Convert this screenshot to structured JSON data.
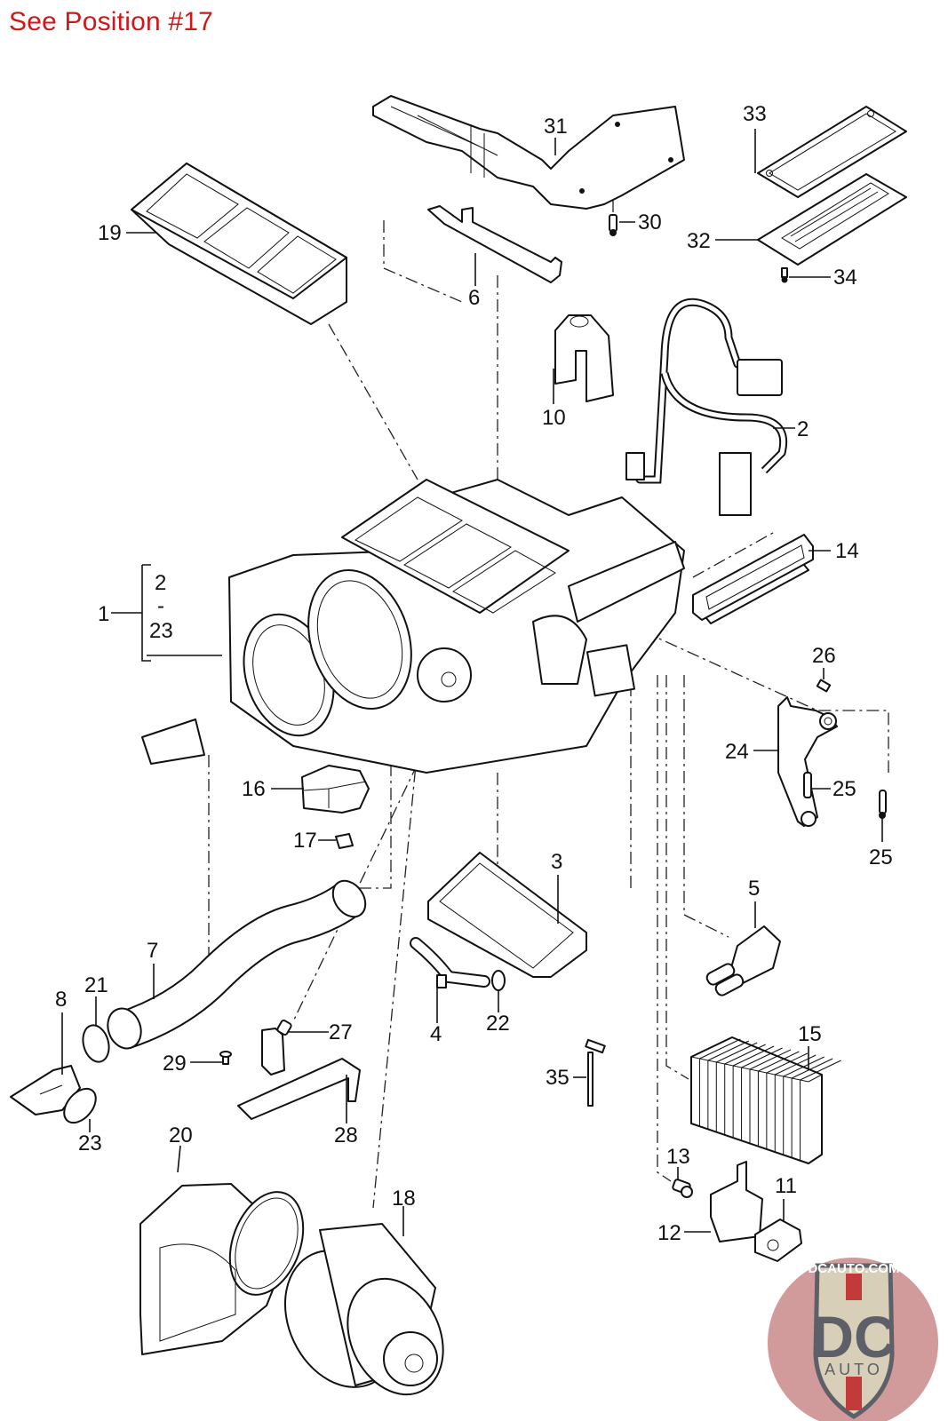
{
  "header_note": "See Position #17",
  "diagram": {
    "title": "Heater / A-C housing exploded view",
    "group_callout": {
      "number": "1",
      "range_from": "2",
      "range_sep": "-",
      "range_to": "23"
    },
    "callouts": [
      {
        "id": "p2",
        "number": "2",
        "part": "wiring-harness"
      },
      {
        "id": "p3",
        "number": "3",
        "part": "housing-cover"
      },
      {
        "id": "p4",
        "number": "4",
        "part": "drain-hose"
      },
      {
        "id": "p5",
        "number": "5",
        "part": "water-valve"
      },
      {
        "id": "p6",
        "number": "6",
        "part": "support-bracket"
      },
      {
        "id": "p7",
        "number": "7",
        "part": "air-duct-hose"
      },
      {
        "id": "p8",
        "number": "8",
        "part": "nozzle"
      },
      {
        "id": "p10",
        "number": "10",
        "part": "holder-clip"
      },
      {
        "id": "p11",
        "number": "11",
        "part": "servo-motor"
      },
      {
        "id": "p12",
        "number": "12",
        "part": "bracket"
      },
      {
        "id": "p13",
        "number": "13",
        "part": "screw"
      },
      {
        "id": "p14",
        "number": "14",
        "part": "gasket-frame"
      },
      {
        "id": "p15",
        "number": "15",
        "part": "evaporator-core"
      },
      {
        "id": "p16",
        "number": "16",
        "part": "resistor-module"
      },
      {
        "id": "p17",
        "number": "17",
        "part": "seal-pad"
      },
      {
        "id": "p18",
        "number": "18",
        "part": "blower-motor"
      },
      {
        "id": "p19",
        "number": "19",
        "part": "dust-filter"
      },
      {
        "id": "p20",
        "number": "20",
        "part": "blower-housing"
      },
      {
        "id": "p21",
        "number": "21",
        "part": "clamp-ring"
      },
      {
        "id": "p22",
        "number": "22",
        "part": "grommet"
      },
      {
        "id": "p23",
        "number": "23",
        "part": "o-ring"
      },
      {
        "id": "p24",
        "number": "24",
        "part": "mounting-bracket"
      },
      {
        "id": "p25a",
        "number": "25",
        "part": "bolt"
      },
      {
        "id": "p25b",
        "number": "25",
        "part": "bolt"
      },
      {
        "id": "p26",
        "number": "26",
        "part": "screw"
      },
      {
        "id": "p27",
        "number": "27",
        "part": "sensor"
      },
      {
        "id": "p28",
        "number": "28",
        "part": "bracket"
      },
      {
        "id": "p29",
        "number": "29",
        "part": "screw"
      },
      {
        "id": "p30",
        "number": "30",
        "part": "screw"
      },
      {
        "id": "p31",
        "number": "31",
        "part": "cross-member"
      },
      {
        "id": "p32",
        "number": "32",
        "part": "cover-plate"
      },
      {
        "id": "p33",
        "number": "33",
        "part": "gasket"
      },
      {
        "id": "p34",
        "number": "34",
        "part": "screw"
      },
      {
        "id": "p35",
        "number": "35",
        "part": "temperature-sensor"
      }
    ]
  },
  "logo": {
    "top_text": "DCAUTO.COM",
    "mark": "DC",
    "bottom_text": "AUTO",
    "colors": {
      "circle": "#c9888a",
      "shield": "#d8cfb8",
      "letters": "#5d6068",
      "stripe": "#c33a3a"
    }
  },
  "colors": {
    "header_note": "#d01818",
    "line_art": "#111111"
  }
}
